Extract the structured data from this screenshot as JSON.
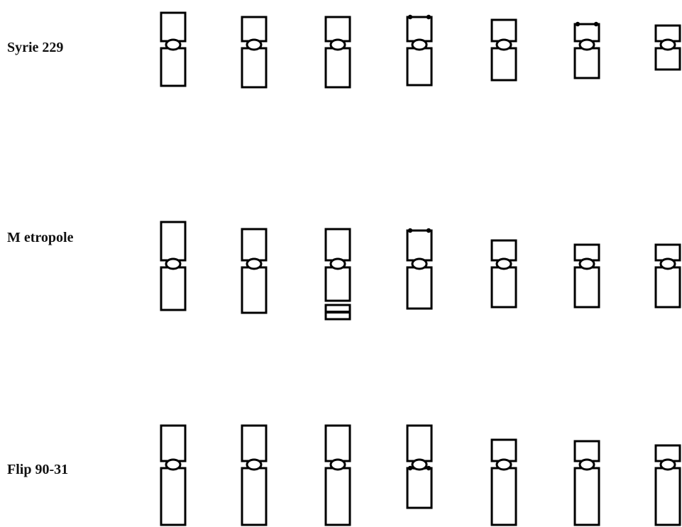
{
  "labels": {
    "row1": "Syrie 229",
    "row2": "M etropole",
    "row3": "Flip 90-31"
  },
  "style": {
    "stroke": "#000000",
    "fill": "#ffffff",
    "text": "#111111"
  },
  "rows": [
    {
      "name": "Syrie 229",
      "chromosomes": [
        {
          "short_arm": 40,
          "long_arm": 53,
          "dots": "none",
          "break": false
        },
        {
          "short_arm": 34,
          "long_arm": 55,
          "dots": "none",
          "break": false
        },
        {
          "short_arm": 34,
          "long_arm": 55,
          "dots": "none",
          "break": false
        },
        {
          "short_arm": 34,
          "long_arm": 52,
          "dots": "top",
          "break": false
        },
        {
          "short_arm": 30,
          "long_arm": 45,
          "dots": "none",
          "break": false
        },
        {
          "short_arm": 24,
          "long_arm": 42,
          "dots": "top",
          "break": false
        },
        {
          "short_arm": 22,
          "long_arm": 30,
          "dots": "none",
          "break": false
        }
      ]
    },
    {
      "name": "M etropole",
      "chromosomes": [
        {
          "short_arm": 54,
          "long_arm": 60,
          "dots": "none",
          "break": false
        },
        {
          "short_arm": 44,
          "long_arm": 64,
          "dots": "none",
          "break": false
        },
        {
          "short_arm": 44,
          "long_arm": 73,
          "dots": "none",
          "break": true
        },
        {
          "short_arm": 42,
          "long_arm": 58,
          "dots": "top",
          "break": false
        },
        {
          "short_arm": 28,
          "long_arm": 56,
          "dots": "none",
          "break": false
        },
        {
          "short_arm": 22,
          "long_arm": 56,
          "dots": "none",
          "break": false
        },
        {
          "short_arm": 22,
          "long_arm": 56,
          "dots": "none",
          "break": false
        }
      ]
    },
    {
      "name": "Flip 90-31",
      "chromosomes": [
        {
          "short_arm": 50,
          "long_arm": 80,
          "dots": "none",
          "break": false
        },
        {
          "short_arm": 50,
          "long_arm": 80,
          "dots": "none",
          "break": false
        },
        {
          "short_arm": 50,
          "long_arm": 80,
          "dots": "none",
          "break": false
        },
        {
          "short_arm": 50,
          "long_arm": 56,
          "dots": "bottom",
          "break": false
        },
        {
          "short_arm": 30,
          "long_arm": 80,
          "dots": "none",
          "break": false
        },
        {
          "short_arm": 28,
          "long_arm": 80,
          "dots": "none",
          "break": false
        },
        {
          "short_arm": 22,
          "long_arm": 80,
          "dots": "none",
          "break": false
        }
      ]
    }
  ]
}
